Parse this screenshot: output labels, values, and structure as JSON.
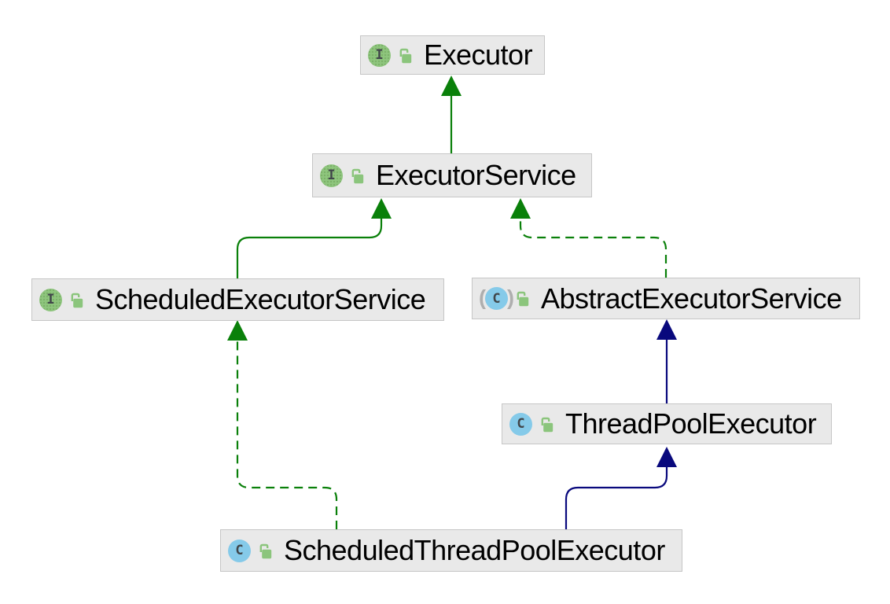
{
  "diagram": {
    "type": "uml-class-hierarchy",
    "icon_letters": {
      "interface": "I",
      "class": "C"
    },
    "abstract_markers": {
      "left": "(",
      "right": ")"
    },
    "nodes": [
      {
        "id": "executor",
        "label": "Executor",
        "stereotype": "interface",
        "visibility": "public"
      },
      {
        "id": "executor-service",
        "label": "ExecutorService",
        "stereotype": "interface",
        "visibility": "public"
      },
      {
        "id": "scheduled-executor-service",
        "label": "ScheduledExecutorService",
        "stereotype": "interface",
        "visibility": "public"
      },
      {
        "id": "abstract-executor-service",
        "label": "AbstractExecutorService",
        "stereotype": "abstract-class",
        "visibility": "public"
      },
      {
        "id": "thread-pool-executor",
        "label": "ThreadPoolExecutor",
        "stereotype": "class",
        "visibility": "public"
      },
      {
        "id": "scheduled-thread-pool-executor",
        "label": "ScheduledThreadPoolExecutor",
        "stereotype": "class",
        "visibility": "public"
      }
    ],
    "edges": [
      {
        "from": "ExecutorService",
        "to": "Executor",
        "relation": "extends",
        "line": "solid",
        "color": "#0a800a"
      },
      {
        "from": "ScheduledExecutorService",
        "to": "ExecutorService",
        "relation": "extends",
        "line": "solid",
        "color": "#0a800a"
      },
      {
        "from": "AbstractExecutorService",
        "to": "ExecutorService",
        "relation": "implements",
        "line": "dashed",
        "color": "#0a800a"
      },
      {
        "from": "ThreadPoolExecutor",
        "to": "AbstractExecutorService",
        "relation": "extends",
        "line": "solid",
        "color": "#09097d"
      },
      {
        "from": "ScheduledThreadPoolExecutor",
        "to": "ThreadPoolExecutor",
        "relation": "extends",
        "line": "solid",
        "color": "#09097d"
      },
      {
        "from": "ScheduledThreadPoolExecutor",
        "to": "ScheduledExecutorService",
        "relation": "implements",
        "line": "dashed",
        "color": "#0a800a"
      }
    ],
    "colors": {
      "interface_edge": "#0a800a",
      "class_edge": "#09097d",
      "node_fill": "#e9e9e9",
      "node_border": "#c6c6c6",
      "interface_icon": "#8ec57d",
      "class_icon": "#85cae9",
      "lock_icon": "#8bc57c"
    }
  }
}
